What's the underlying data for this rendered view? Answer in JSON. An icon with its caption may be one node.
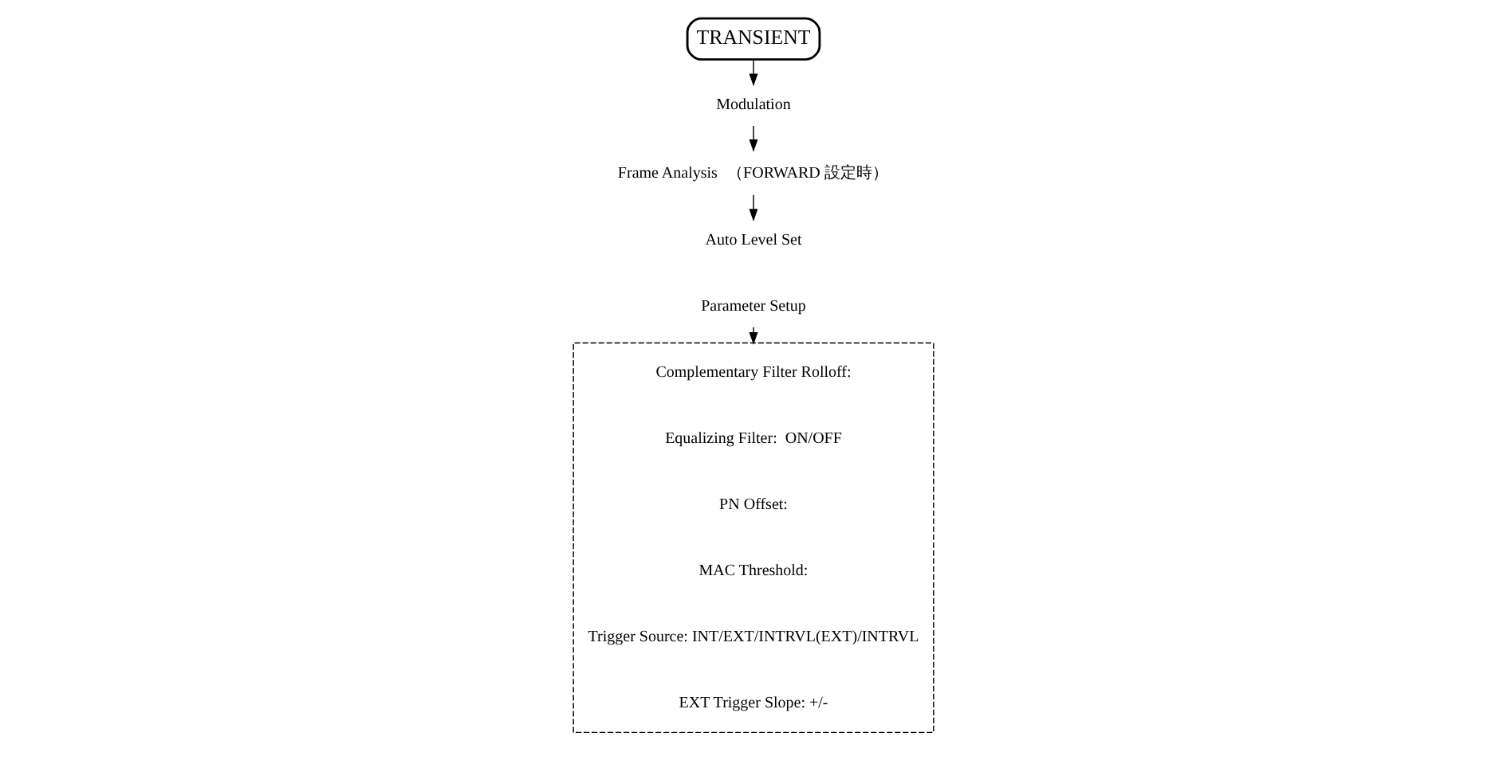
{
  "diagram": {
    "nodes": [
      {
        "text": [
          "TRANSIENT"
        ]
      },
      {
        "text": [
          "Modulation"
        ]
      },
      {
        "text": [
          "Frame Analysis"
        ],
        "beside": [
          "（FORWARD 設定時）"
        ]
      },
      {
        "text": [
          "Auto Level Set"
        ]
      },
      {
        "text": [
          "Parameter Setup"
        ]
      },
      {
        "text": [],
        "shape": "box"
      },
      {
        "text": [
          "Complementary Filter Rolloff:"
        ],
        "in": 5
      },
      {
        "text": [
          "Equalizing Filter:  ON/OFF"
        ],
        "in": 5
      },
      {
        "text": [
          "PN Offset:"
        ],
        "in": 5
      },
      {
        "text": [
          "MAC Threshold:"
        ],
        "in": 5
      },
      {
        "text": [
          "Trigger Source: INT/EXT/INTRVL(EXT)/INTRVL"
        ],
        "in": 5
      },
      {
        "text": [
          "EXT Trigger Slope: +/-"
        ],
        "in": 5
      }
    ],
    "edges": [
      {
        "from": 0,
        "to": 1,
        "arrow": "to"
      },
      {
        "from": 1,
        "to": 2,
        "arrow": "to"
      },
      {
        "from": 2,
        "to": 3,
        "arrow": "to"
      },
      {
        "from": 4,
        "to": 5,
        "arrow": "to"
      }
    ]
  }
}
